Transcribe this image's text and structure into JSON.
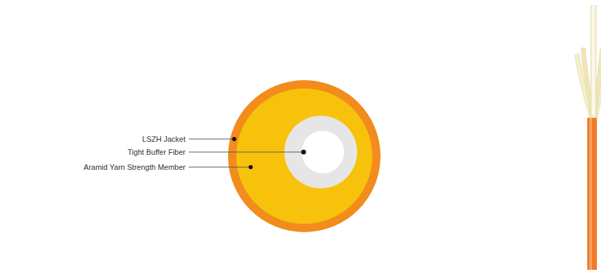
{
  "diagram": {
    "labels": [
      "LSZH Jacket",
      "Tight Buffer Fiber",
      "Aramid Yarn Strength Member"
    ]
  }
}
